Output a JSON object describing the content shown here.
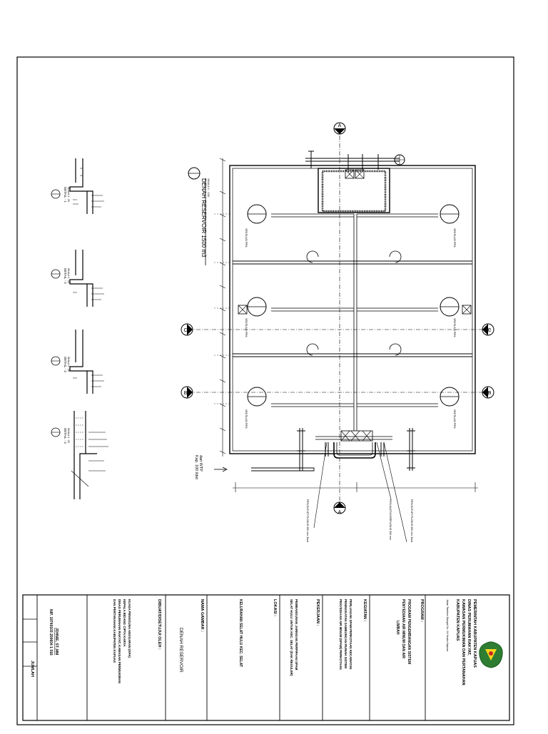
{
  "plan": {
    "title": "DENAH RESERVOIR 1500 m3",
    "scale": "SKALA 1 : 100",
    "section_markers": [
      "A",
      "B",
      "C"
    ],
    "ventilation_label": "VENTILASI PIPA",
    "inlet_label": "dari WTP",
    "inlet_capacity": "Kap. 100 l/det",
    "pipe_notes": [
      "PIPA OUTLET FLOW Ø 300 mm, Baut",
      "PIPA INLET/OVERFLOW Ø 300 mm",
      "PIPA OUTLET FLOW Ø 300 mm, Baut"
    ]
  },
  "details": [
    {
      "title": "DETAIL - 1",
      "scale": "SKALA 1 : 20"
    },
    {
      "title": "DETAIL - 2",
      "scale": "SKALA 1 : 20"
    },
    {
      "title": "DETAIL - 3",
      "scale": "SKALA 1 : 20"
    },
    {
      "title": "DETAIL - 4",
      "scale": "SKALA 1 : 20"
    }
  ],
  "title_block": {
    "org_lines": [
      "PEMERINTAH KABUPATEN KAPUAS",
      "DINAS PERUMAHAN RAKYAT,",
      "KAWASAN PERMUKIMAN DAN PERTANAHAN",
      "KABUPATEN KAPUAS"
    ],
    "org_address": "Jalan Tambun Bungai No. 64 Kuala Kapuas",
    "program_label": "PROGRAM :",
    "program_value": [
      "PROGRAM PENGEMBANGAN SISTEM",
      "PENYEDIAAN AIR MINUM DAN AIR",
      "LIMBAH"
    ],
    "kegiatan_label": "KEGIATAN :",
    "kegiatan_value": [
      "PERLUASAN SPAM PERKOTAAN KECAMATAN",
      "PENINGKATAN SAMBUNGAN RUMAH SISTEM",
      "PENYEDIAAN AIR MINUM (SPAM) PERKOTAAN"
    ],
    "pekerjaan_label": "PEKERJAAN :",
    "pekerjaan_value": [
      "PEMBANGUNAN JARINGAN PERPIPAAN SPAM",
      "SELAT HULU UNTUK KEC. SELAT (DAK REGULER)"
    ],
    "lokasi_label": "LOKASI :",
    "lokasi_value": "KELURAHAN SELAT HULU KEC. SELAT",
    "nama_gambar_label": "NAMA GAMBAR :",
    "nama_gambar_value": "DENAH RESERVOIR",
    "disahkan_label": "DIBUAT/DISETUJUI OLEH :",
    "disahkan_value": [
      "KUASA PENGGUNA ANGGARAN (KPA)",
      "KEPALA BIDANG CIPTA KARYA",
      "DINAS PERUMAHAN RAKYAT, KAWASAN PERMUKIMAN",
      "DAN PERTANAHAN KABUPATEN KAPUAS"
    ],
    "signer_name": "JOHNIE, ST.,MM",
    "signer_nip": "NIP. 19740103 200604 1 016",
    "jumlah_label": "JUMLAH"
  }
}
